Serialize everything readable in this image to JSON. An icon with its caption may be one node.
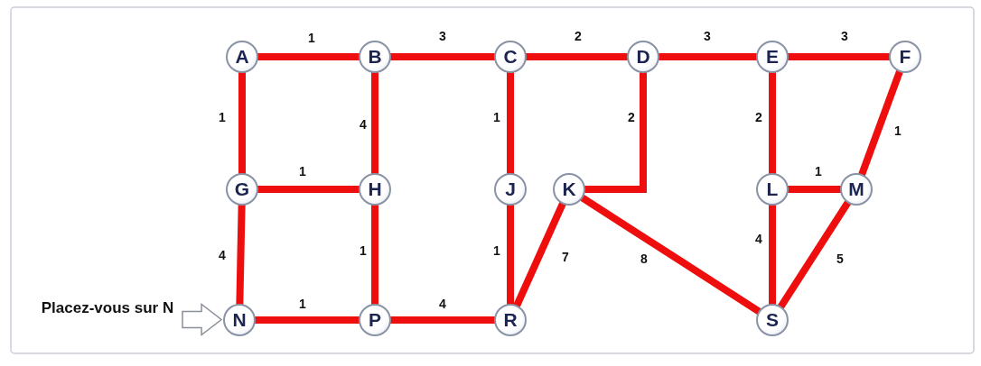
{
  "diagram": {
    "nodes": [
      {
        "text": [
          "A"
        ]
      },
      {
        "text": [
          "B"
        ]
      },
      {
        "text": [
          "C"
        ]
      },
      {
        "text": [
          "D"
        ]
      },
      {
        "text": [
          "E"
        ]
      },
      {
        "text": [
          "F"
        ]
      },
      {
        "text": [
          "G"
        ]
      },
      {
        "text": [
          "H"
        ]
      },
      {
        "text": [
          "J"
        ]
      },
      {
        "text": [
          "K"
        ]
      },
      {
        "text": [
          "L"
        ]
      },
      {
        "text": [
          "M"
        ]
      },
      {
        "text": [
          "N"
        ]
      },
      {
        "text": [
          "P"
        ]
      },
      {
        "text": [
          "R"
        ]
      },
      {
        "text": [
          "S"
        ]
      },
      {
        "text": [
          "Placez-vous sur N"
        ]
      }
    ],
    "edges": [
      {
        "from": 0,
        "to": 1,
        "arrow": "none",
        "label": "1"
      },
      {
        "from": 1,
        "to": 2,
        "arrow": "none",
        "label": "3"
      },
      {
        "from": 2,
        "to": 3,
        "arrow": "none",
        "label": "2"
      },
      {
        "from": 3,
        "to": 4,
        "arrow": "none",
        "label": "3"
      },
      {
        "from": 4,
        "to": 5,
        "arrow": "none",
        "label": "3"
      },
      {
        "from": 0,
        "to": 6,
        "arrow": "none",
        "label": "1"
      },
      {
        "from": 1,
        "to": 7,
        "arrow": "none",
        "label": "4"
      },
      {
        "from": 2,
        "to": 8,
        "arrow": "none",
        "label": "1"
      },
      {
        "from": 3,
        "to": 9,
        "arrow": "none",
        "label": "2"
      },
      {
        "from": 4,
        "to": 10,
        "arrow": "none",
        "label": "2"
      },
      {
        "from": 5,
        "to": 11,
        "arrow": "none",
        "label": "1"
      },
      {
        "from": 6,
        "to": 7,
        "arrow": "none",
        "label": "1"
      },
      {
        "from": 10,
        "to": 11,
        "arrow": "none",
        "label": "1"
      },
      {
        "from": 6,
        "to": 12,
        "arrow": "none",
        "label": "4"
      },
      {
        "from": 7,
        "to": 13,
        "arrow": "none",
        "label": "1"
      },
      {
        "from": 8,
        "to": 14,
        "arrow": "none",
        "label": "1"
      },
      {
        "from": 9,
        "to": 14,
        "arrow": "none",
        "label": "7"
      },
      {
        "from": 9,
        "to": 15,
        "arrow": "none",
        "label": "8"
      },
      {
        "from": 10,
        "to": 15,
        "arrow": "none",
        "label": "4"
      },
      {
        "from": 11,
        "to": 15,
        "arrow": "none",
        "label": "5"
      },
      {
        "from": 12,
        "to": 13,
        "arrow": "none",
        "label": "1"
      },
      {
        "from": 13,
        "to": 14,
        "arrow": "none",
        "label": "4"
      },
      {
        "from": 16,
        "to": 12,
        "arrow": "to"
      }
    ]
  }
}
